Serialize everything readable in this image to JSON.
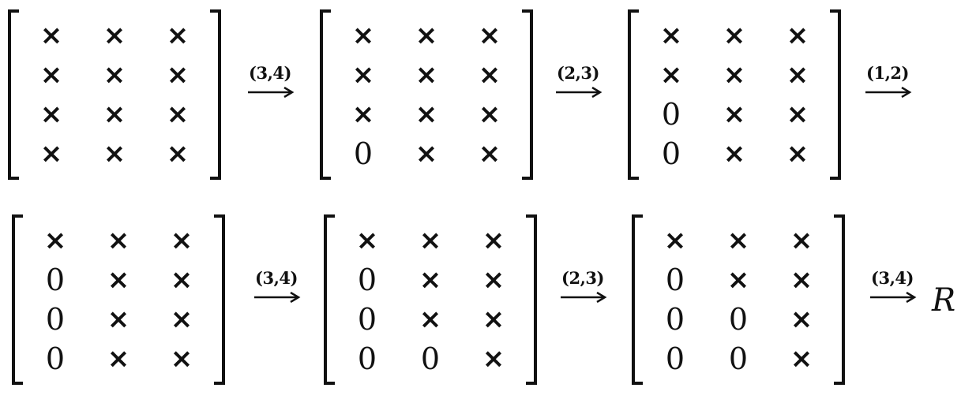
{
  "matrices": [
    [
      [
        "×",
        "×",
        "×"
      ],
      [
        "×",
        "×",
        "×"
      ],
      [
        "×",
        "×",
        "×"
      ],
      [
        "×",
        "×",
        "×"
      ]
    ],
    [
      [
        "×",
        "×",
        "×"
      ],
      [
        "×",
        "×",
        "×"
      ],
      [
        "×",
        "×",
        "×"
      ],
      [
        "0",
        "×",
        "×"
      ]
    ],
    [
      [
        "×",
        "×",
        "×"
      ],
      [
        "×",
        "×",
        "×"
      ],
      [
        "0",
        "×",
        "×"
      ],
      [
        "0",
        "×",
        "×"
      ]
    ],
    [
      [
        "×",
        "×",
        "×"
      ],
      [
        "0",
        "×",
        "×"
      ],
      [
        "0",
        "×",
        "×"
      ],
      [
        "0",
        "×",
        "×"
      ]
    ],
    [
      [
        "×",
        "×",
        "×"
      ],
      [
        "0",
        "×",
        "×"
      ],
      [
        "0",
        "×",
        "×"
      ],
      [
        "0",
        "0",
        "×"
      ]
    ],
    [
      [
        "×",
        "×",
        "×"
      ],
      [
        "0",
        "×",
        "×"
      ],
      [
        "0",
        "0",
        "×"
      ],
      [
        "0",
        "0",
        "×"
      ]
    ]
  ],
  "rotations": [
    "(3,4)",
    "(2,3)",
    "(1,2)",
    "(3,4)",
    "(2,3)",
    "(3,4)"
  ],
  "result": "R"
}
